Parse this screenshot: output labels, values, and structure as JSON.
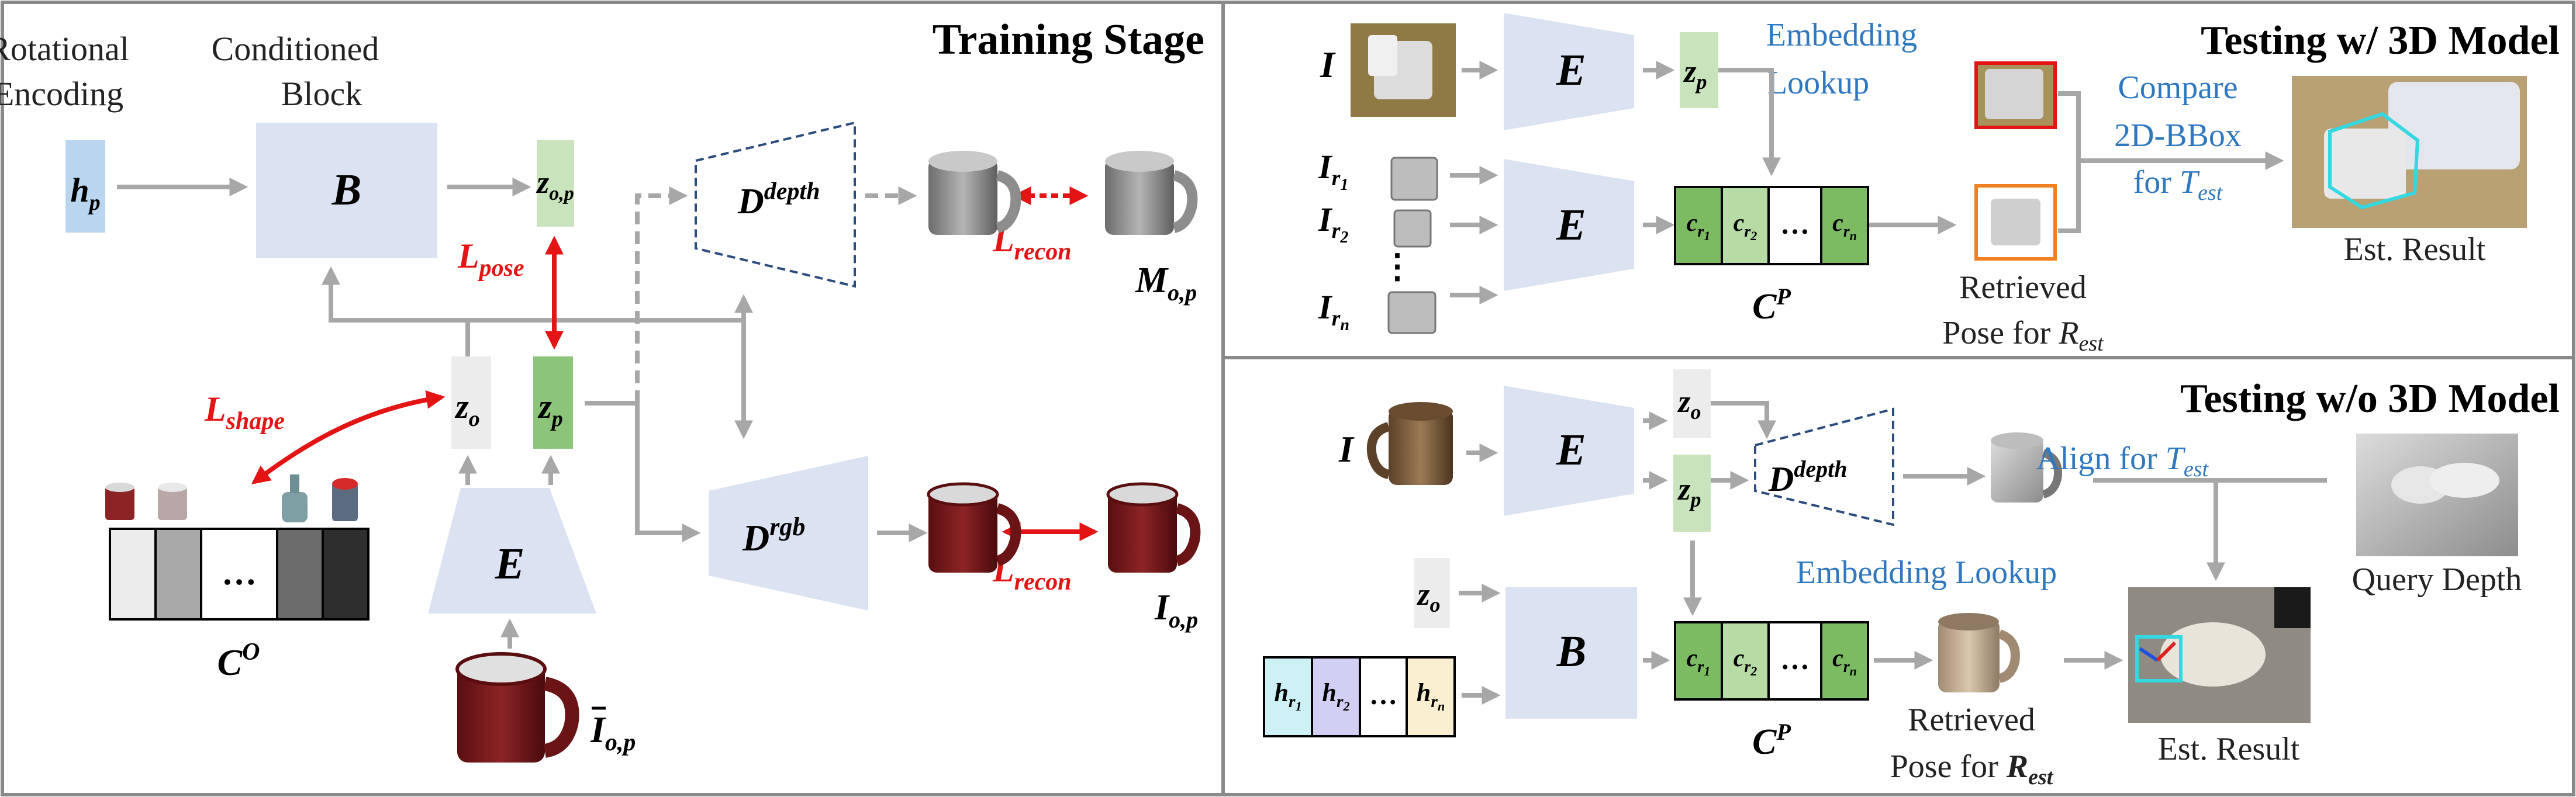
{
  "colors": {
    "border": "#8a8a8a",
    "arrow": "#a7a7a7",
    "block": "#dbe3f3",
    "z_gray": "#ececec",
    "z_green": "#c9e4bd",
    "z_green_dark": "#8cc47a",
    "hp": "#b9d5ef",
    "red": "#e41414",
    "blue": "#2f78c0"
  },
  "training": {
    "title": "Training Stage",
    "rot_encoding": [
      "Rotational",
      "Encoding"
    ],
    "conditioned_block": [
      "Conditioned",
      "Block"
    ],
    "h_p": {
      "base": "h",
      "sub": "p"
    },
    "B": "B",
    "E": "E",
    "z_op": {
      "base": "z",
      "sub": "o,p"
    },
    "z_o": {
      "base": "z",
      "sub": "o"
    },
    "z_p": {
      "base": "z",
      "sub": "p"
    },
    "D_depth": {
      "base": "D",
      "sup": "depth"
    },
    "D_rgb": {
      "base": "D",
      "sup": "rgb"
    },
    "L_pose": {
      "base": "L",
      "sub": "pose"
    },
    "L_shape": {
      "base": "L",
      "sub": "shape"
    },
    "L_recon_1": {
      "base": "L",
      "sub": "recon"
    },
    "L_recon_2": {
      "base": "L",
      "sub": "recon"
    },
    "M_op": {
      "base": "M",
      "sub": "o,p"
    },
    "I_op": {
      "base": "I",
      "sub": "o,p"
    },
    "I_bar_op": {
      "base": "I",
      "sub": "o,p"
    },
    "C_O": {
      "base": "C",
      "sup": "O"
    },
    "codebook_dots": "…"
  },
  "testing_3d": {
    "title": "Testing w/ 3D Model",
    "I": "I",
    "E1": "E",
    "E2": "E",
    "z_p": {
      "base": "z",
      "sub": "p"
    },
    "embedding_lookup": [
      "Embedding",
      "Lookup"
    ],
    "refs": [
      {
        "base": "I",
        "sub": "r",
        "subsub": "1"
      },
      {
        "base": "I",
        "sub": "r",
        "subsub": "2"
      },
      {
        "base": "I",
        "sub": "r",
        "subsub": "n"
      }
    ],
    "ref_dots": "⋮",
    "codes": [
      {
        "base": "c",
        "sub": "r",
        "subsub": "1"
      },
      {
        "base": "c",
        "sub": "r",
        "subsub": "2"
      },
      {
        "base": "",
        "sub": "",
        "subsub": "",
        "dots": "…"
      },
      {
        "base": "c",
        "sub": "r",
        "subsub": "n"
      }
    ],
    "C_P": {
      "base": "C",
      "sup": "P"
    },
    "retrieved_1": "Retrieved",
    "retrieved_2": {
      "pre": "Pose for ",
      "base": "R",
      "sub": "est"
    },
    "compare": [
      "Compare",
      "2D-BBox"
    ],
    "for_T": {
      "pre": "for ",
      "base": "T",
      "sub": "est"
    },
    "est_result": "Est. Result"
  },
  "testing_no3d": {
    "title": "Testing w/o 3D Model",
    "I": "I",
    "E": "E",
    "B": "B",
    "z_o_1": {
      "base": "z",
      "sub": "o"
    },
    "z_p": {
      "base": "z",
      "sub": "p"
    },
    "z_o_2": {
      "base": "z",
      "sub": "o"
    },
    "D_depth": {
      "base": "D",
      "sup": "depth"
    },
    "align": {
      "pre": "Align for ",
      "base": "T",
      "sub": "est"
    },
    "query_depth": "Query Depth",
    "embedding_lookup": "Embedding Lookup",
    "h_codes": [
      {
        "base": "h",
        "sub": "r",
        "subsub": "1",
        "color": "#cdeff6"
      },
      {
        "base": "h",
        "sub": "r",
        "subsub": "2",
        "color": "#d2cff4"
      },
      {
        "base": "",
        "sub": "",
        "subsub": "",
        "dots": "…",
        "color": "#ffffff"
      },
      {
        "base": "h",
        "sub": "r",
        "subsub": "n",
        "color": "#fbefd2"
      }
    ],
    "codes": [
      {
        "base": "c",
        "sub": "r",
        "subsub": "1"
      },
      {
        "base": "c",
        "sub": "r",
        "subsub": "2"
      },
      {
        "base": "",
        "sub": "",
        "subsub": "",
        "dots": "…"
      },
      {
        "base": "c",
        "sub": "r",
        "subsub": "n"
      }
    ],
    "C_P": {
      "base": "C",
      "sup": "P"
    },
    "retrieved_1": "Retrieved",
    "retrieved_2": {
      "pre": "Pose for ",
      "base": "R",
      "sub": "est"
    },
    "est_result": "Est. Result"
  }
}
